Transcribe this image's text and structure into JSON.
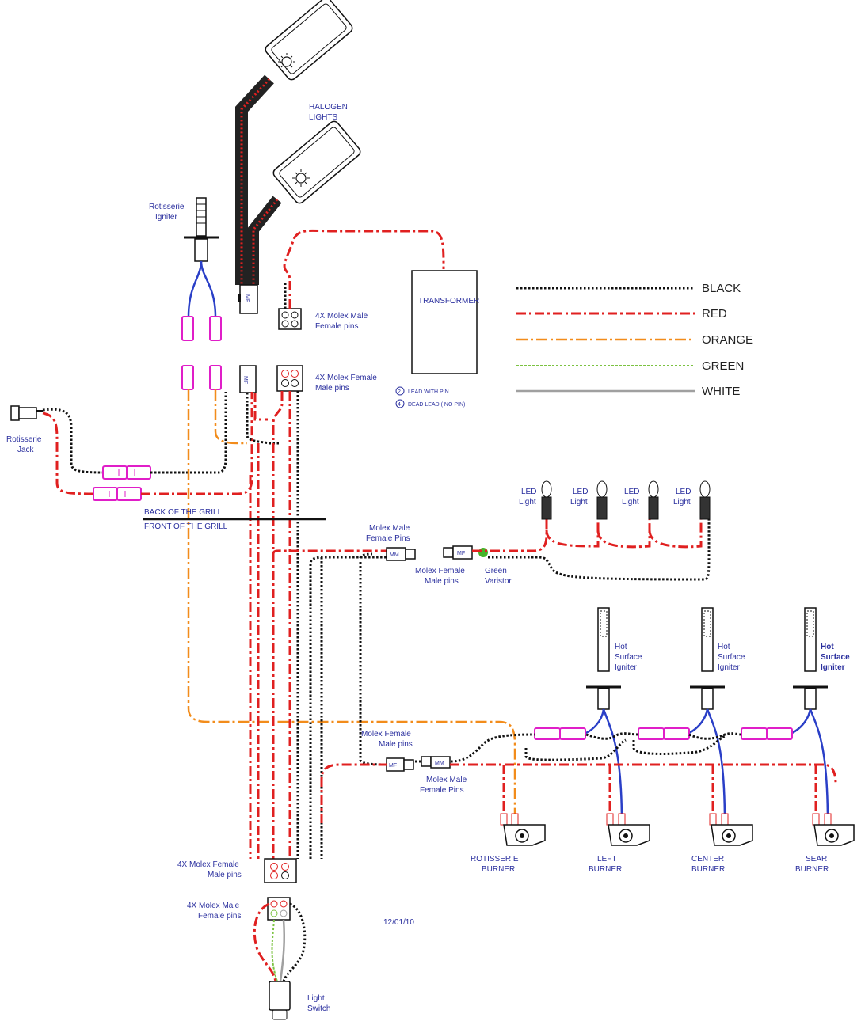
{
  "labels": {
    "halogen": [
      "HALOGEN",
      "LIGHTS"
    ],
    "rotisserie_igniter": [
      "Rotisserie",
      "Igniter"
    ],
    "molex_top_left": [
      "4X Molex Male",
      "Female pins"
    ],
    "molex_top_right": [
      "4X Molex Female",
      "Male pins"
    ],
    "rotisserie_jack": [
      "Rotisserie",
      "Jack"
    ],
    "transformer": "TRANSFORMER",
    "lead_note_1": "LEAD WITH PIN",
    "lead_note_1_num": "2",
    "lead_note_2": "DEAD LEAD  ( NO PIN)",
    "lead_note_2_num": "4",
    "back_grill": "BACK OF THE GRILL",
    "front_grill": "FRONT OF THE GRILL",
    "led_light": [
      "LED",
      "Light"
    ],
    "molex_mid_male": [
      "Molex Male",
      "Female Pins"
    ],
    "molex_mid_female": [
      "Molex Female",
      "Male pins"
    ],
    "green_varistor": [
      "Green",
      "Varistor"
    ],
    "hot_surface_igniter": [
      "Hot",
      "Surface",
      "Igniter"
    ],
    "molex_low_female": [
      "Molex Female",
      "Male pins"
    ],
    "molex_low_male": [
      "Molex Male",
      "Female Pins"
    ],
    "burners": [
      [
        "ROTISSERIE",
        "BURNER"
      ],
      [
        "LEFT",
        "BURNER"
      ],
      [
        "CENTER",
        "BURNER"
      ],
      [
        "SEAR",
        "BURNER"
      ]
    ],
    "molex_bottom_female": [
      "4X Molex Female",
      "Male pins"
    ],
    "molex_bottom_male": [
      "4X Molex Male",
      "Female pins"
    ],
    "date": "12/01/10",
    "light_switch": [
      "Light",
      "Switch"
    ],
    "connector_tags": {
      "mf": "MF",
      "mm": "MM"
    }
  },
  "legend": [
    {
      "name": "BLACK",
      "color": "#111111"
    },
    {
      "name": "RED",
      "color": "#e02020"
    },
    {
      "name": "ORANGE",
      "color": "#f28c1b"
    },
    {
      "name": "GREEN",
      "color": "#7cc242"
    },
    {
      "name": "WHITE",
      "color": "#a0a0a0"
    }
  ],
  "colors": {
    "label_blue": "#2a2f9e",
    "igniter_lead": "#2a3fc7",
    "connector_pink": "#e01ec8",
    "varistor": "#44b52a"
  }
}
